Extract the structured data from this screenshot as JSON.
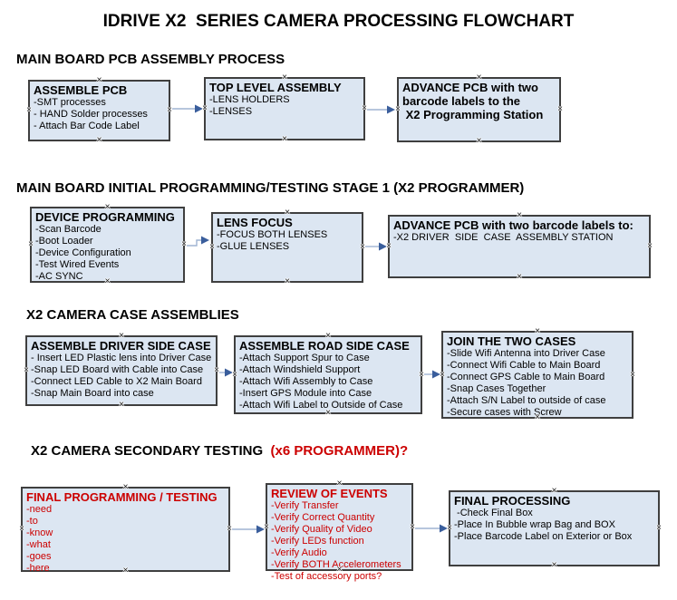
{
  "title": "IDRIVE X2  SERIES CAMERA PROCESSING FLOWCHART",
  "colors": {
    "box_fill": "#DCE6F2",
    "box_border": "#3F3F3F",
    "red_text": "#CC0000",
    "arrow_line": "#9FB4D2",
    "arrow_head": "#3A5E9C"
  },
  "sections": [
    {
      "heading": "MAIN BOARD PCB ASSEMBLY PROCESS"
    },
    {
      "heading": "MAIN BOARD INITIAL PROGRAMMING/TESTING STAGE 1 (X2 PROGRAMMER)"
    },
    {
      "heading": "X2 CAMERA CASE ASSEMBLIES"
    },
    {
      "heading_black": "X2 CAMERA SECONDARY TESTING",
      "heading_red": "  (x6 PROGRAMMER)?"
    }
  ],
  "boxes": {
    "assemble_pcb": {
      "title": "ASSEMBLE PCB",
      "items": [
        "-SMT processes",
        "- HAND Solder processes",
        "- Attach Bar Code Label"
      ]
    },
    "top_level_assembly": {
      "title": "TOP LEVEL ASSEMBLY",
      "items": [
        "-LENS HOLDERS",
        "-LENSES"
      ]
    },
    "advance_pcb_station": {
      "lines": [
        "ADVANCE PCB with two",
        "barcode labels to the",
        " X2 Programming Station"
      ]
    },
    "device_programming": {
      "title": "DEVICE PROGRAMMING",
      "items": [
        "-Scan Barcode",
        "-Boot Loader",
        "-Device Configuration",
        "-Test Wired Events",
        "-AC SYNC"
      ]
    },
    "lens_focus": {
      "title": "LENS FOCUS",
      "items": [
        "-FOCUS BOTH LENSES",
        "-GLUE LENSES"
      ]
    },
    "advance_pcb_driver": {
      "title": "ADVANCE PCB with two barcode labels to:",
      "items": [
        "-X2 DRIVER  SIDE  CASE  ASSEMBLY STATION"
      ]
    },
    "assemble_driver_side_case": {
      "title": "ASSEMBLE DRIVER SIDE CASE",
      "items": [
        "- Insert LED Plastic lens into Driver Case",
        "-Snap LED Board with Cable into Case",
        "-Connect LED Cable to X2 Main Board",
        "-Snap Main Board into case"
      ]
    },
    "assemble_road_side_case": {
      "title": "ASSEMBLE ROAD SIDE CASE",
      "items": [
        "-Attach Support Spur to Case",
        "-Attach Windshield Support",
        "-Attach Wifi Assembly to Case",
        "-Insert GPS Module into Case",
        "-Attach Wifi Label to Outside of Case"
      ]
    },
    "join_the_two_cases": {
      "title": "JOIN THE TWO CASES",
      "items": [
        "-Slide Wifi Antenna into Driver Case",
        "-Connect Wifi Cable to Main Board",
        "-Connect GPS Cable to Main Board",
        "-Snap Cases Together",
        "-Attach S/N Label to outside of case",
        "-Secure cases with Screw"
      ]
    },
    "final_programming_testing": {
      "title": "FINAL PROGRAMMING / TESTING",
      "items": [
        "-need",
        "-to",
        "-know",
        "-what",
        "-goes",
        "-here"
      ]
    },
    "review_of_events": {
      "title": "REVIEW OF EVENTS",
      "items": [
        "-Verify Transfer",
        "-Verify Correct Quantity",
        "-Verify Quality of Video",
        "-Verify LEDs function",
        "-Verify Audio",
        "-Verify BOTH Accelerometers",
        "-Test of accessory ports?"
      ]
    },
    "final_processing": {
      "title": "FINAL PROCESSING",
      "items": [
        " -Check Final Box",
        "-Place In Bubble wrap Bag and BOX",
        "-Place Barcode Label on Exterior or Box"
      ]
    }
  }
}
